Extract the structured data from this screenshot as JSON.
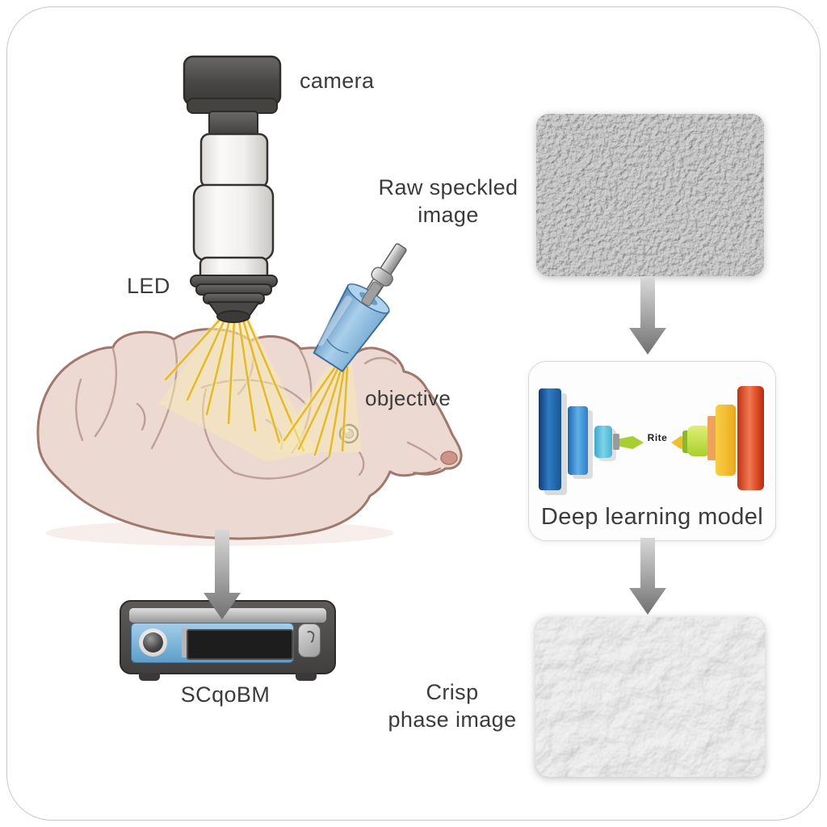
{
  "labels": {
    "camera": "camera",
    "led": "LED",
    "objective": "objective",
    "raw_speckled_line1": "Raw speckled",
    "raw_speckled_line2": "image",
    "deep_learning_model": "Deep learning model",
    "model_center_text": "Rite",
    "crisp_line1": "Crisp",
    "crisp_line2": "phase image",
    "device_name": "SCqoBM"
  },
  "icons": {
    "flow_arrows": "down-arrow-icon",
    "raw_image": "speckled-noise-micrograph",
    "crisp_image": "cell-phase-micrograph",
    "model_diagram": "encoder-decoder-bars"
  },
  "colors": {
    "text_primary": "#3b3b3b",
    "ray_yellow": "#e4b62c",
    "ray_glow": "#f7eab2",
    "brain_fill": "#ecd9d2",
    "brain_outline": "#a0786d",
    "probe_blue": "#7fb2d8",
    "device_panel_blue": "#5f9ec9",
    "arrow_gray": "#8a8a8a",
    "encoder_blue": "#2e7cc4",
    "decoder_red": "#d84120",
    "accent_yellow": "#ecc12f",
    "accent_green": "#a6cf2f",
    "card_border": "#d8d8d8"
  }
}
